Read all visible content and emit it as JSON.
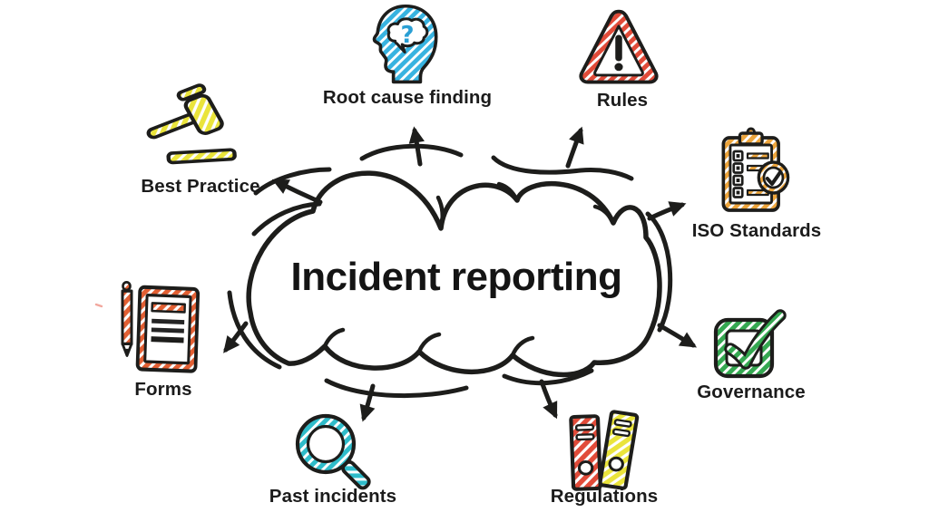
{
  "title": {
    "center": "Incident reporting"
  },
  "palette": {
    "outline": "#1d1d1b",
    "blue": "#38b3e0",
    "teal": "#2fbcca",
    "red": "#e14b39",
    "vermilion": "#e25f33",
    "orange": "#eda53c",
    "green": "#35a851",
    "yellow": "#eae43b"
  },
  "nodes": [
    {
      "id": "root-cause-finding",
      "label": "Root cause finding",
      "icon": "head-question-icon",
      "color": "#38b3e0",
      "glyph": "?"
    },
    {
      "id": "rules",
      "label": "Rules",
      "icon": "warning-triangle-icon",
      "color": "#e14b39"
    },
    {
      "id": "iso-standards",
      "label": "ISO Standards",
      "icon": "clipboard-checklist-icon",
      "color": "#eda53c"
    },
    {
      "id": "governance",
      "label": "Governance",
      "icon": "checkbox-tick-icon",
      "color": "#35a851"
    },
    {
      "id": "regulations",
      "label": "Regulations",
      "icon": "ring-binders-icon",
      "color": "#e14b39"
    },
    {
      "id": "past-incidents",
      "label": "Past incidents",
      "icon": "magnifying-glass-icon",
      "color": "#2fbcca"
    },
    {
      "id": "forms",
      "label": "Forms",
      "icon": "document-pencil-icon",
      "color": "#e25f33"
    },
    {
      "id": "best-practice",
      "label": "Best Practice",
      "icon": "gavel-icon",
      "color": "#eae43b"
    }
  ]
}
